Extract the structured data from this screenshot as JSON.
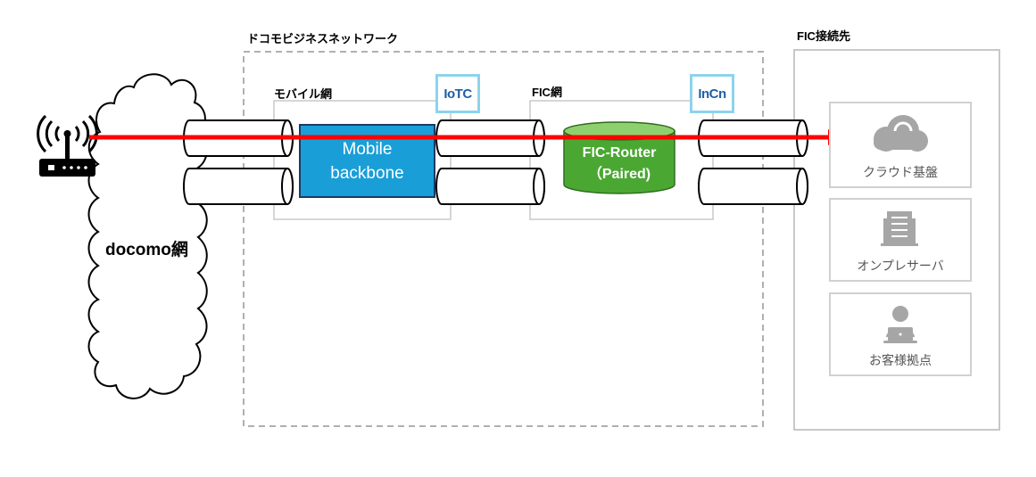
{
  "diagram": {
    "docomo_network": "docomo網",
    "business_network": "ドコモビジネスネットワーク",
    "mobile_network": "モバイル網",
    "fic_network": "FIC網",
    "fic_destination": "FIC接続先",
    "mobile_backbone": [
      "Mobile",
      "backbone"
    ],
    "fic_router": [
      "FIC-Router",
      "（Paired)"
    ],
    "iotc_badge": "IoTC",
    "incn_badge": "InCn",
    "destinations": [
      {
        "label": "クラウド基盤",
        "icon": "cloud-icon"
      },
      {
        "label": "オンプレサーバ",
        "icon": "server-building-icon"
      },
      {
        "label": "お客様拠点",
        "icon": "person-laptop-icon"
      }
    ]
  },
  "colors": {
    "arrow": "#ff0000",
    "backbone": "#1a9ed8",
    "router": "#4aa832",
    "badge_border": "#8dd3ee",
    "badge_text": "#1f5fa6",
    "dashed_border": "#b0b0b0",
    "box_border": "#c8c8c8",
    "icon_gray": "#a6a6a6"
  }
}
